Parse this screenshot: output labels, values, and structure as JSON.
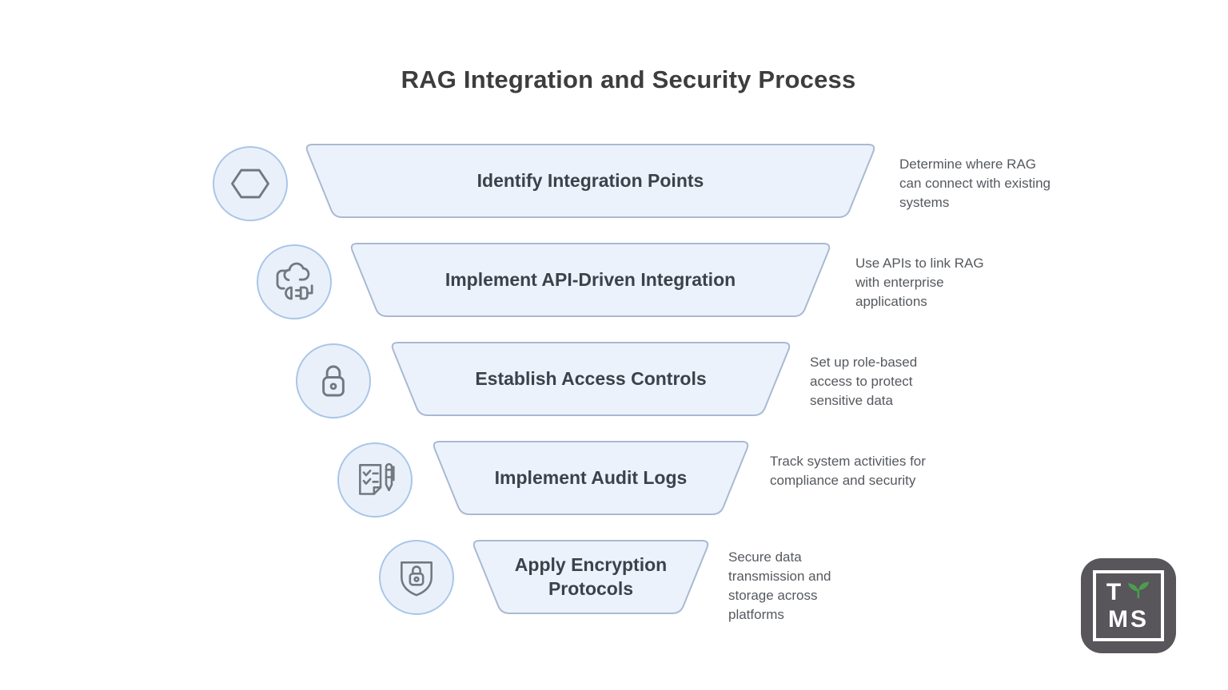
{
  "title": "RAG Integration and Security Process",
  "steps": [
    {
      "label": "Identify Integration Points",
      "description": "Determine where RAG can connect with existing systems",
      "icon": "hexagon-icon"
    },
    {
      "label": "Implement API-Driven Integration",
      "description": "Use APIs to link RAG with enterprise applications",
      "icon": "cloud-plug-icon"
    },
    {
      "label": "Establish Access Controls",
      "description": "Set up role-based access to protect sensitive data",
      "icon": "padlock-icon"
    },
    {
      "label": "Implement Audit Logs",
      "description": "Track system activities for compliance and security",
      "icon": "checklist-pen-icon"
    },
    {
      "label": "Apply Encryption Protocols",
      "description": "Secure data transmission and storage across platforms",
      "icon": "shield-lock-icon"
    }
  ],
  "logo": {
    "line1": "T",
    "line2": "MS",
    "sprout": "sprout-icon"
  },
  "colors": {
    "box_fill": "#ecf2fc",
    "box_border": "#a9b9d2",
    "circle_fill": "#eaf0fa",
    "circle_border": "#a9c6e8",
    "icon_stroke": "#71787f",
    "title_text": "#3d3d3d",
    "label_text": "#3c414a",
    "description_text": "#55595e",
    "logo_background": "#58565a",
    "logo_green": "#4a9d4c"
  }
}
